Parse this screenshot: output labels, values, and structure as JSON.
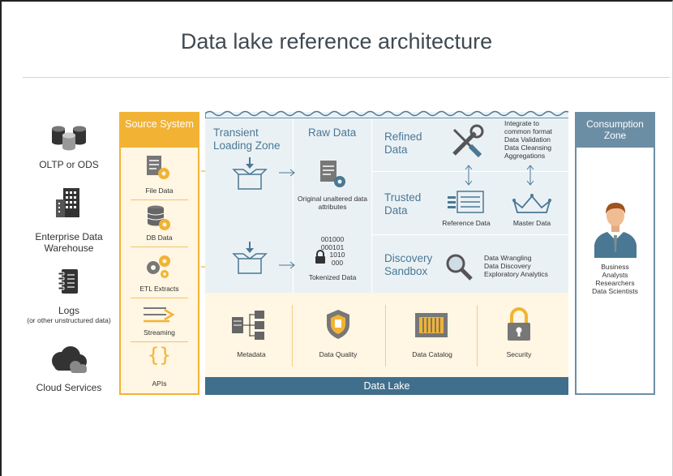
{
  "title": "Data lake reference architecture",
  "sources": [
    {
      "label": "OLTP or ODS",
      "icon": "database-stack-icon"
    },
    {
      "label": "Enterprise Data Warehouse",
      "icon": "building-icon"
    },
    {
      "label": "Logs",
      "sublabel": "(or other unstructured data)",
      "icon": "notebook-icon"
    },
    {
      "label": "Cloud Services",
      "icon": "cloud-icon"
    }
  ],
  "source_system": {
    "title": "Source System",
    "items": [
      "File Data",
      "DB Data",
      "ETL Extracts",
      "Streaming",
      "APIs"
    ]
  },
  "zones": {
    "transient": "Transient Loading Zone",
    "raw": "Raw Data",
    "raw_original": "Original unaltered data attributes",
    "tokenized_bits": [
      "001000",
      "000101",
      "1010",
      "000"
    ],
    "tokenized": "Tokenized Data",
    "refined": "Refined Data",
    "refined_desc": [
      "Integrate to",
      "common format",
      "Data Validation",
      "Data Cleansing",
      "Aggregations"
    ],
    "trusted": "Trusted Data",
    "reference_data": "Reference Data",
    "master_data": "Master Data",
    "sandbox": "Discovery Sandbox",
    "sandbox_desc": [
      "Data Wrangling",
      "Data Discovery",
      "Exploratory Analytics"
    ]
  },
  "governance": [
    "Metadata",
    "Data Quality",
    "Data Catalog",
    "Security"
  ],
  "data_lake_label": "Data Lake",
  "consumption": {
    "title": "Consumption Zone",
    "users": [
      "Business",
      "Analysts",
      "Researchers",
      "Data Scientists"
    ]
  },
  "colors": {
    "source_accent": "#f2b334",
    "lake_blue": "#3f6f8c",
    "lake_bg": "#eaf1f5",
    "consumption_accent": "#6c8ea5"
  }
}
